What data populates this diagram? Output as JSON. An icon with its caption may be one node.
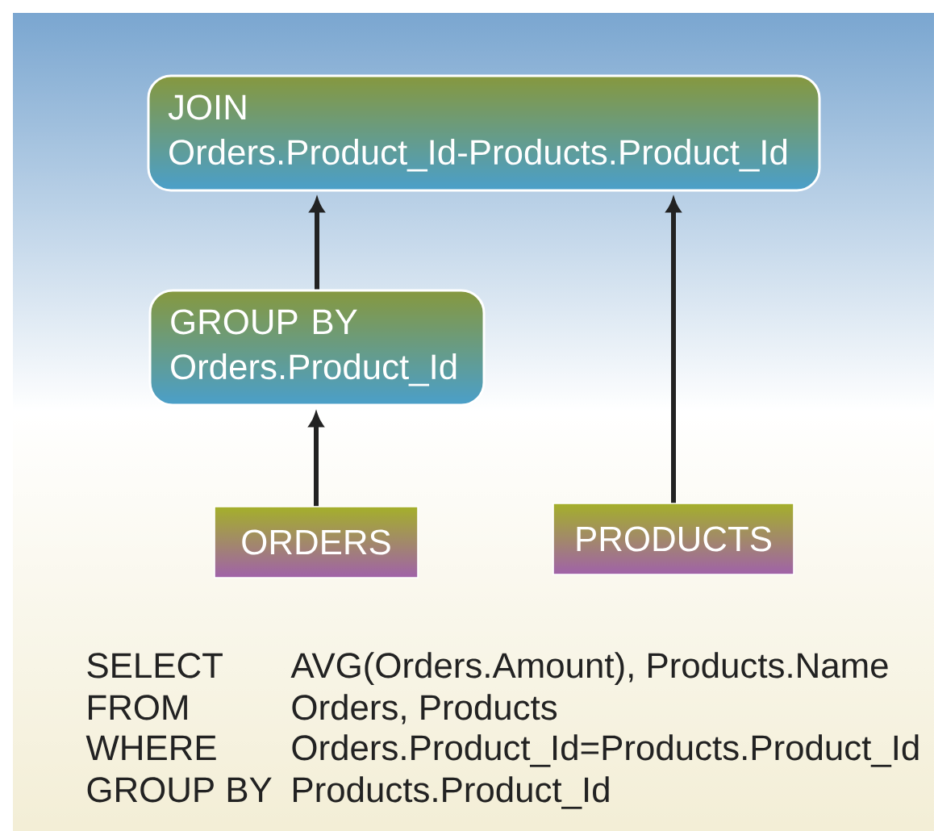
{
  "diagram": {
    "nodes": [
      {
        "text": [
          "JOIN",
          "Orders.Product_Id-Products.Product_Id"
        ]
      },
      {
        "text": [
          "GROUP BY",
          "Orders.Product_Id"
        ]
      },
      {
        "text": [
          "ORDERS"
        ]
      },
      {
        "text": [
          "PRODUCTS"
        ]
      }
    ],
    "edges": [
      {
        "from": 1,
        "to": 0,
        "arrow": "to"
      },
      {
        "from": 2,
        "to": 1,
        "arrow": "to"
      },
      {
        "from": 3,
        "to": 0,
        "arrow": "to"
      }
    ],
    "labels": [
      "SELECT",
      "AVG(Orders.Amount), Products.Name",
      "FROM",
      "Orders, Products",
      "WHERE",
      "Orders.Product_Id=Products.Product_Id",
      "GROUP BY",
      "Products.Product_Id"
    ]
  }
}
